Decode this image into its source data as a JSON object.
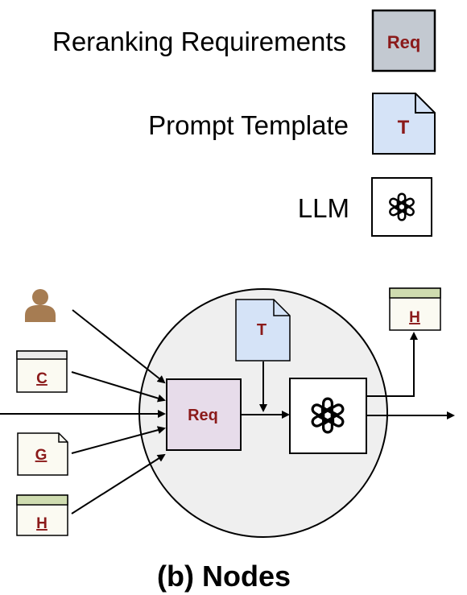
{
  "legend": {
    "reranking_requirements": {
      "label": "Reranking Requirements",
      "icon_text": "Req",
      "fill": "#c3c9d1"
    },
    "prompt_template": {
      "label": "Prompt Template",
      "icon_text": "T",
      "fill": "#d5e3f7"
    },
    "llm": {
      "label": "LLM",
      "icon": "openai-logo-icon"
    }
  },
  "inputs": [
    {
      "name": "user",
      "icon": "person-icon",
      "fill": "#a67c52"
    },
    {
      "name": "C",
      "label": "C",
      "icon": "window-icon",
      "fill": "#fbfaf2",
      "header_fill": "#ebebeb"
    },
    {
      "name": "G",
      "label": "G",
      "icon": "document-icon",
      "fill": "#fbfaf2"
    },
    {
      "name": "H",
      "label": "H",
      "icon": "window-icon",
      "fill": "#fbfaf2",
      "header_fill": "#cfdcb0"
    }
  ],
  "node": {
    "req_label": "Req",
    "req_fill": "#e7dcea",
    "template_label": "T",
    "template_fill": "#d5e3f7",
    "llm_icon": "openai-logo-icon",
    "circle_fill": "#efefef"
  },
  "output": {
    "label": "H",
    "header_fill": "#cfdcb0",
    "fill": "#fbfaf2"
  },
  "caption": "(b) Nodes",
  "colors": {
    "dark_red": "#8b1a1a",
    "stroke": "#000000"
  }
}
